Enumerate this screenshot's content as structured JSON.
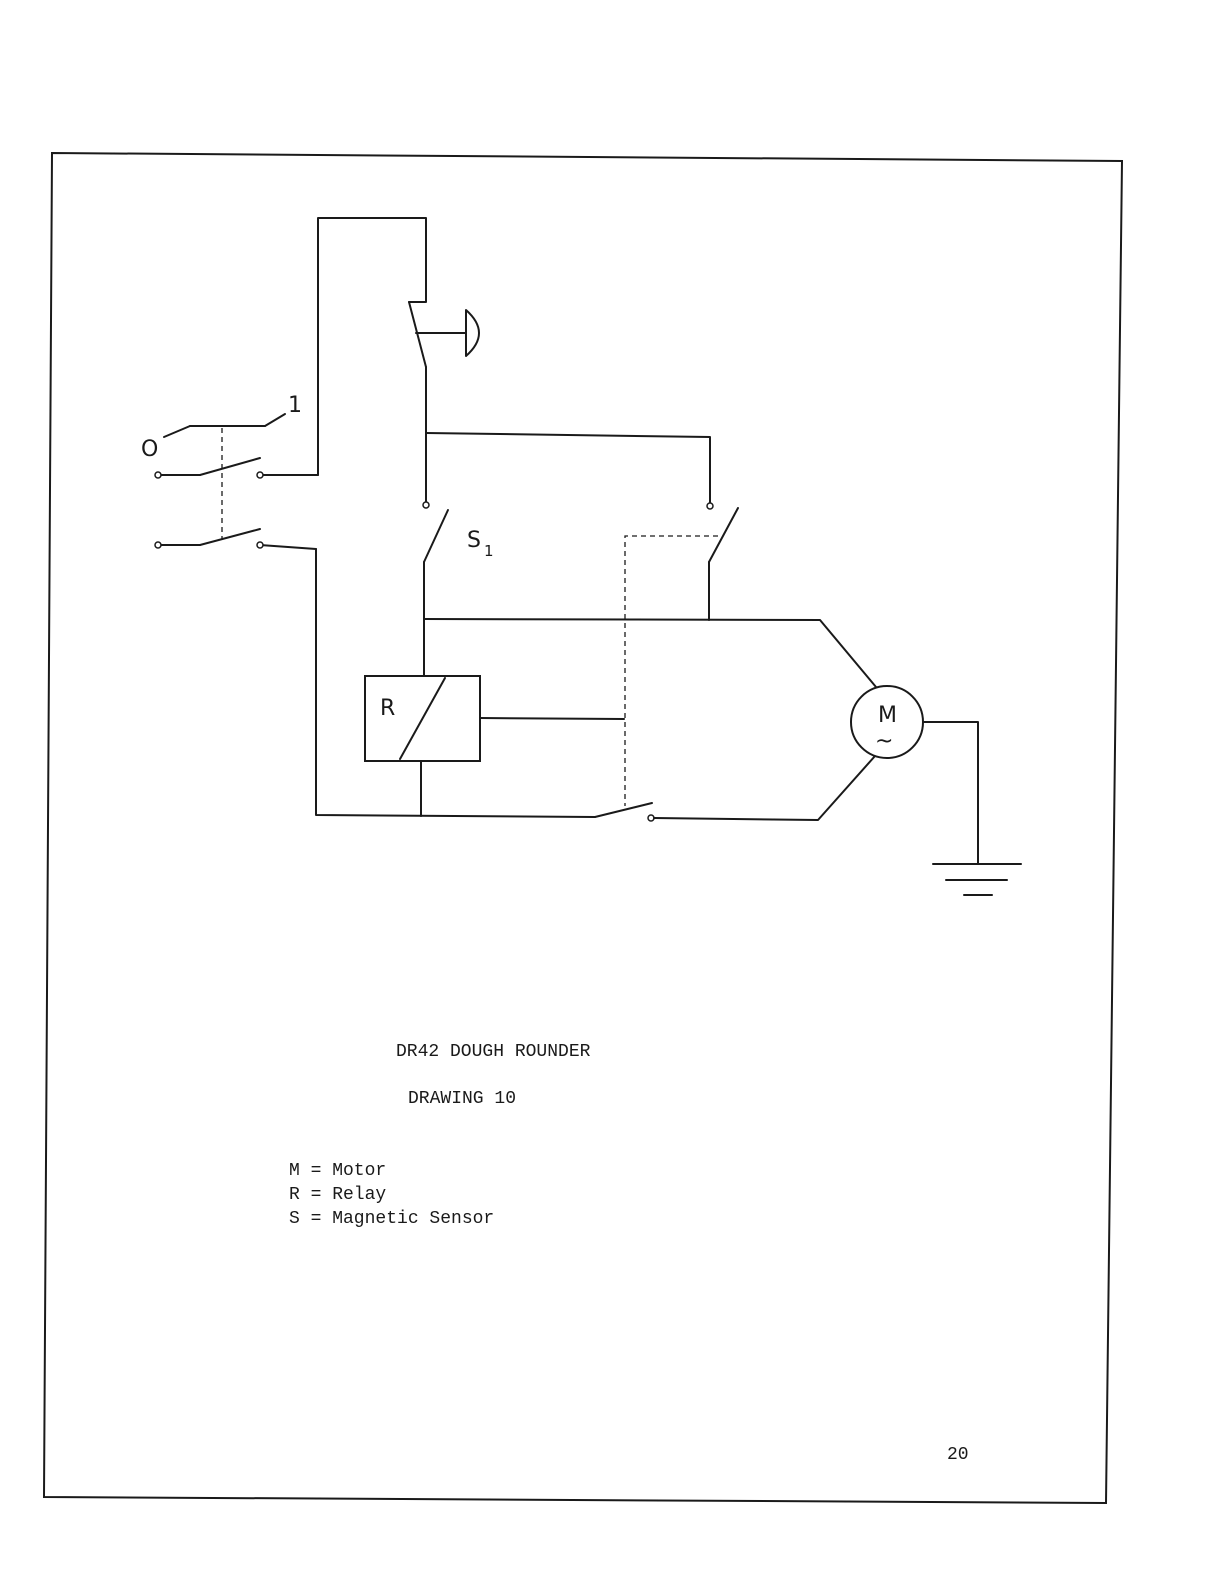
{
  "diagram": {
    "title": "DR42 DOUGH ROUNDER",
    "drawing_label": "DRAWING 10",
    "switch_labels": {
      "off": "O",
      "on": "1"
    },
    "sensor_label": "S",
    "sensor_subscript": "1",
    "relay_label": "R",
    "motor_label": "M",
    "motor_ac_symbol": "~",
    "ground_symbol": "ground-icon"
  },
  "legend": [
    {
      "text": "M = Motor"
    },
    {
      "text": "R = Relay"
    },
    {
      "text": "S = Magnetic Sensor"
    }
  ],
  "page_number": "20"
}
